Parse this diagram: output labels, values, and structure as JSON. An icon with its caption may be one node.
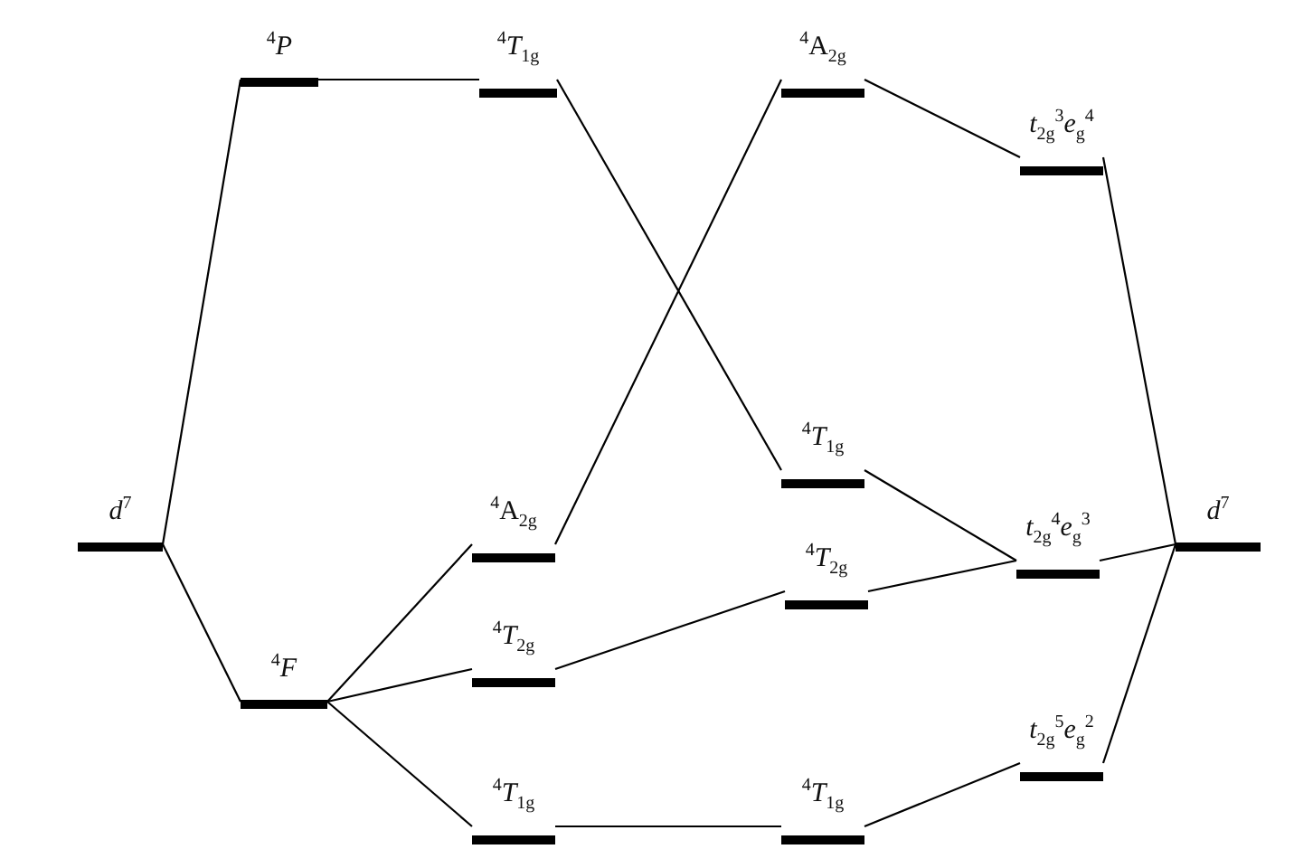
{
  "diagram": {
    "nodes": [
      {
        "text": [
          "$^{4}$*P*"
        ]
      },
      {
        "text": [
          "$^{4}$*T*$_{1g}$"
        ]
      },
      {
        "text": [
          "$^{4}$A$_{2g}$"
        ]
      },
      {
        "text": [
          "*t*$_{2g}$$^{3}$*e*$_{g}$$^{4}$"
        ]
      },
      {
        "text": [
          "$^{4}$*T*$_{1g}$"
        ]
      },
      {
        "text": [
          "*d*$^{7}$"
        ]
      },
      {
        "text": [
          "$^{4}$A$_{2g}$"
        ]
      },
      {
        "text": [
          "*d*$^{7}$"
        ]
      },
      {
        "text": [
          "*t*$_{2g}$$^{4}$*e*$_{g}$$^{3}$"
        ]
      },
      {
        "text": [
          "$^{4}$*T*$_{2g}$"
        ]
      },
      {
        "text": [
          "$^{4}$*T*$_{2g}$"
        ]
      },
      {
        "text": [
          "$^{4}$*F*"
        ]
      },
      {
        "text": [
          "*t*$_{2g}$$^{5}$*e*$_{g}$$^{2}$"
        ]
      },
      {
        "text": [
          "$^{4}$*T*$_{1g}$"
        ]
      },
      {
        "text": [
          "$^{4}$*T*$_{1g}$"
        ]
      }
    ],
    "edges": [
      {
        "from": 5,
        "to": 0,
        "arrow": "none"
      },
      {
        "from": 5,
        "to": 11,
        "arrow": "none"
      },
      {
        "from": 0,
        "to": 1,
        "arrow": "none"
      },
      {
        "from": 1,
        "to": 4,
        "arrow": "none"
      },
      {
        "from": 11,
        "to": 6,
        "arrow": "none"
      },
      {
        "from": 11,
        "to": 10,
        "arrow": "none"
      },
      {
        "from": 11,
        "to": 13,
        "arrow": "none"
      },
      {
        "from": 6,
        "to": 2,
        "arrow": "none"
      },
      {
        "from": 10,
        "to": 9,
        "arrow": "none"
      },
      {
        "from": 13,
        "to": 14,
        "arrow": "none"
      },
      {
        "from": 2,
        "to": 3,
        "arrow": "none"
      },
      {
        "from": 4,
        "to": 8,
        "arrow": "none"
      },
      {
        "from": 9,
        "to": 8,
        "arrow": "none"
      },
      {
        "from": 14,
        "to": 12,
        "arrow": "none"
      },
      {
        "from": 3,
        "to": 7,
        "arrow": "none"
      },
      {
        "from": 8,
        "to": 7,
        "arrow": "none"
      },
      {
        "from": 12,
        "to": 7,
        "arrow": "none"
      }
    ]
  }
}
